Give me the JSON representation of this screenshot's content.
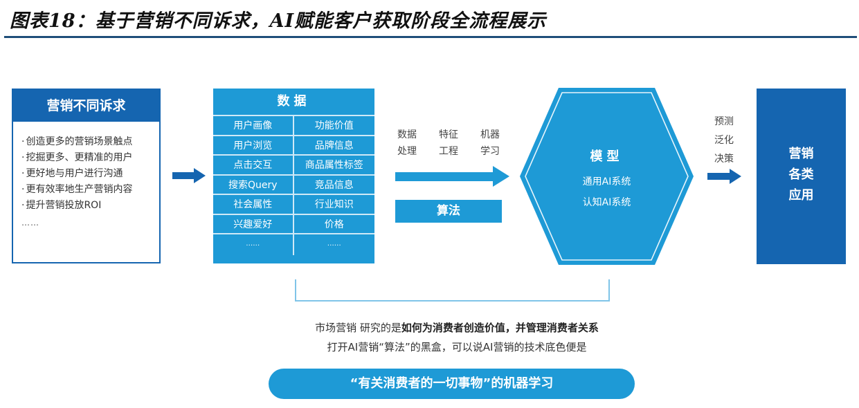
{
  "title": "图表18：基于营销不同诉求，AI赋能客户获取阶段全流程展示",
  "colors": {
    "dark_blue": "#1565b0",
    "light_blue": "#1e9ad6",
    "bracket": "#7fc4e8",
    "title_rule": "#1f4e79"
  },
  "needs": {
    "header": "营销不同诉求",
    "items": [
      "创造更多的营销场景触点",
      "挖掘更多、更精准的用户",
      "更好地与用户进行沟通",
      "更有效率地生产营销内容",
      "提升营销投放ROI"
    ],
    "more": "……"
  },
  "data": {
    "header": "数据",
    "rows": [
      [
        "用户画像",
        "功能价值"
      ],
      [
        "用户浏览",
        "品牌信息"
      ],
      [
        "点击交互",
        "商品属性标签"
      ],
      [
        "搜索Query",
        "竞品信息"
      ],
      [
        "社会属性",
        "行业知识"
      ],
      [
        "兴趣爱好",
        "价格"
      ],
      [
        "……",
        "……"
      ]
    ]
  },
  "algorithm": {
    "steps": [
      {
        "line1": "数据",
        "line2": "处理"
      },
      {
        "line1": "特征",
        "line2": "工程"
      },
      {
        "line1": "机器",
        "line2": "学习"
      }
    ],
    "label": "算法"
  },
  "model": {
    "title": "模型",
    "items": [
      "通用AI系统",
      "认知AI系统"
    ]
  },
  "outputs": [
    "预测",
    "泛化",
    "决策"
  ],
  "applications": {
    "lines": [
      "营销",
      "各类",
      "应用"
    ]
  },
  "caption": {
    "line1_plain": "市场营销 研究的是",
    "line1_bold": "如何为消费者创造价值，并管理消费者关系",
    "line2": "打开AI营销“算法”的黑盒，可以说AI营销的技术底色便是"
  },
  "pill": "“有关消费者的一切事物”的机器学习"
}
